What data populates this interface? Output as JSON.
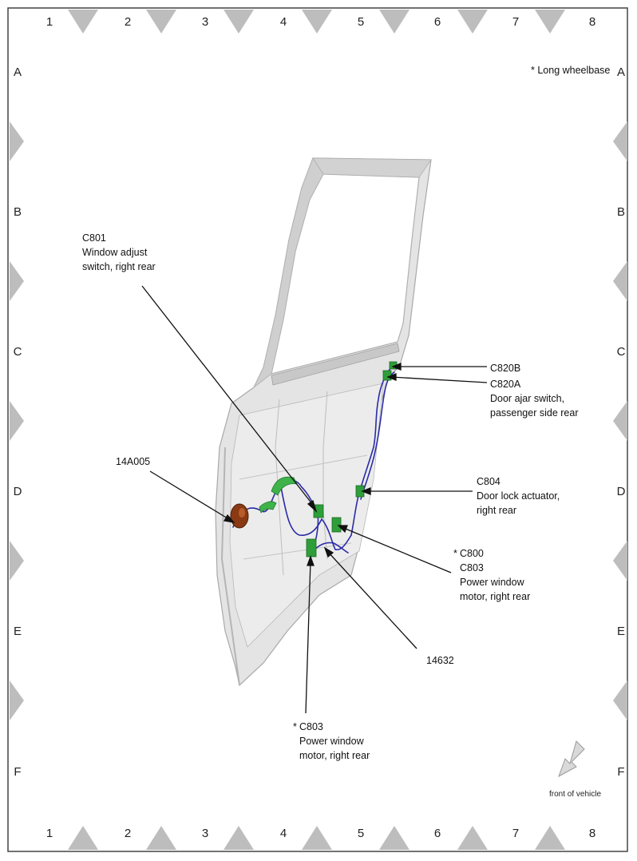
{
  "grid": {
    "columns": [
      "1",
      "2",
      "3",
      "4",
      "5",
      "6",
      "7",
      "8"
    ],
    "rows": [
      "A",
      "B",
      "C",
      "D",
      "E",
      "F"
    ]
  },
  "note": "* Long wheelbase",
  "callouts": {
    "c801": {
      "id": "C801",
      "line1": "Window adjust",
      "line2": "switch, right rear"
    },
    "c820b": {
      "id": "C820B"
    },
    "c820a": {
      "id": "C820A",
      "line1": "Door ajar switch,",
      "line2": "passenger side rear"
    },
    "p14a005": {
      "id": "14A005"
    },
    "c804": {
      "id": "C804",
      "line1": "Door lock actuator,",
      "line2": "right rear"
    },
    "c800": {
      "star": "*",
      "id": "C800",
      "id2": "C803",
      "line1": "Power window",
      "line2": "motor, right rear"
    },
    "p14632": {
      "id": "14632"
    },
    "c803": {
      "star": "*",
      "id": "C803",
      "line1": "Power window",
      "line2": "motor, right rear"
    }
  },
  "orientation": {
    "label": "front of vehicle",
    "icon": "arrow-down-left-icon"
  },
  "colors": {
    "harness": "#2a2aa8",
    "connector": "#2e9e3a",
    "grommet": "#8a3a12",
    "door": "#e3e3e3",
    "markers": "#b8b8b8"
  }
}
